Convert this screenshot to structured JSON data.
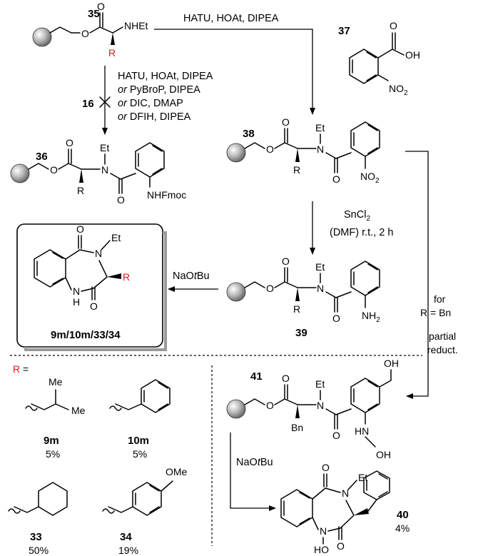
{
  "compounds": {
    "c35": "35",
    "c36": "36",
    "c37": "37",
    "c38": "38",
    "c39": "39",
    "c40": "40",
    "c41": "41",
    "c16": "16",
    "product_box": "9m/10m/33/34"
  },
  "reagents": {
    "hatu_top": "HATU, HOAt, DIPEA",
    "failed": [
      "HATU, HOAt, DIPEA",
      "or PyBroP, DIPEA",
      "or DIC, DMAP",
      "or DFIH, DIPEA"
    ],
    "sncl2": "SnCl2",
    "sncl2_cond": "(DMF) r.t., 2 h",
    "base": "NaOtBu",
    "side_note": [
      "for",
      "R = Bn",
      "partial",
      "reduct."
    ]
  },
  "atoms": {
    "nhet": "NHEt",
    "et": "Et",
    "n": "N",
    "o": "O",
    "oh": "OH",
    "no2": "NO2",
    "nh2": "NH2",
    "nhfmoc": "NHFmoc",
    "r": "R",
    "bn": "Bn",
    "nh": "NH",
    "oh2": "OH",
    "h": "H",
    "ho": "HO",
    "me": "Me",
    "ome": "OMe"
  },
  "r_legend": {
    "label": "R ="
  },
  "yields": [
    {
      "id": "9m",
      "pct": "5%"
    },
    {
      "id": "10m",
      "pct": "5%"
    },
    {
      "id": "33",
      "pct": "50%"
    },
    {
      "id": "34",
      "pct": "19%"
    },
    {
      "id": "40",
      "pct": "4%"
    }
  ],
  "colors": {
    "accent": "#e8141b",
    "resin": "#9a9a9a"
  }
}
